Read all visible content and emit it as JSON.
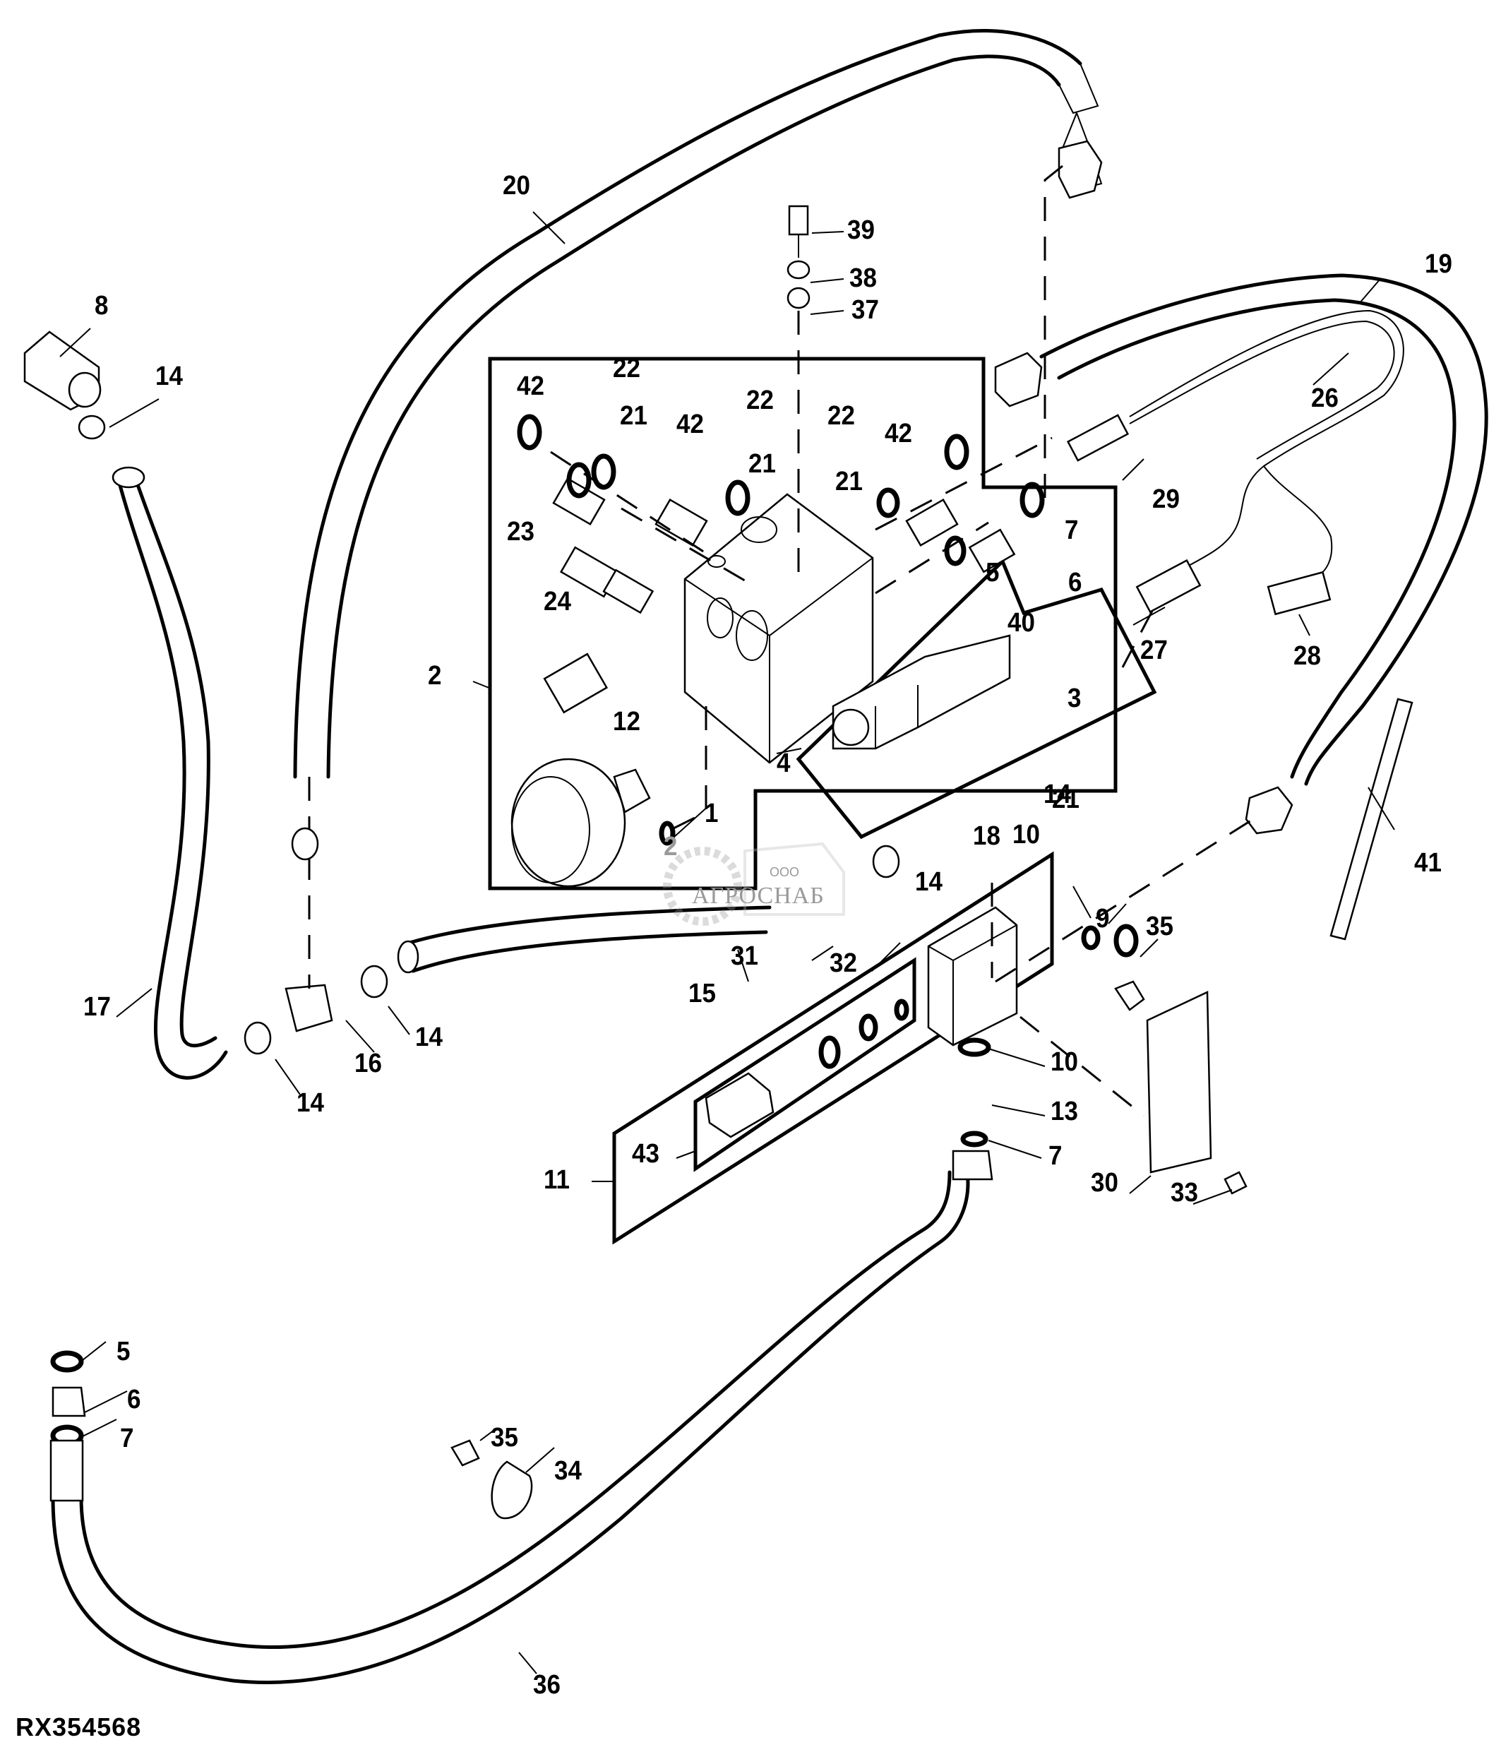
{
  "figure_id": "RX354568",
  "watermark": {
    "company_prefix": "ООО",
    "company_name": "АГРОСНАБ"
  },
  "callouts": [
    {
      "id": "c8",
      "label": "8"
    },
    {
      "id": "c14a",
      "label": "14"
    },
    {
      "id": "c20",
      "label": "20"
    },
    {
      "id": "c39",
      "label": "39"
    },
    {
      "id": "c38",
      "label": "38"
    },
    {
      "id": "c37",
      "label": "37"
    },
    {
      "id": "c42a",
      "label": "42"
    },
    {
      "id": "c22a",
      "label": "22"
    },
    {
      "id": "c21a",
      "label": "21"
    },
    {
      "id": "c42b",
      "label": "42"
    },
    {
      "id": "c22b",
      "label": "22"
    },
    {
      "id": "c21b",
      "label": "21"
    },
    {
      "id": "c22c",
      "label": "22"
    },
    {
      "id": "c42c",
      "label": "42"
    },
    {
      "id": "c21c",
      "label": "21"
    },
    {
      "id": "c7a",
      "label": "7"
    },
    {
      "id": "c5a",
      "label": "5"
    },
    {
      "id": "c6a",
      "label": "6"
    },
    {
      "id": "c23",
      "label": "23"
    },
    {
      "id": "c24",
      "label": "24"
    },
    {
      "id": "c2a",
      "label": "2"
    },
    {
      "id": "c12",
      "label": "12"
    },
    {
      "id": "c40",
      "label": "40"
    },
    {
      "id": "c3",
      "label": "3"
    },
    {
      "id": "c4",
      "label": "4"
    },
    {
      "id": "c1",
      "label": "1"
    },
    {
      "id": "c2b",
      "label": "2"
    },
    {
      "id": "c19",
      "label": "19"
    },
    {
      "id": "c26",
      "label": "26"
    },
    {
      "id": "c29",
      "label": "29"
    },
    {
      "id": "c27",
      "label": "27"
    },
    {
      "id": "c28",
      "label": "28"
    },
    {
      "id": "c14b",
      "label": "14"
    },
    {
      "id": "c18",
      "label": "18"
    },
    {
      "id": "c10a",
      "label": "10"
    },
    {
      "id": "c21d",
      "label": "21"
    },
    {
      "id": "c41",
      "label": "41"
    },
    {
      "id": "c9",
      "label": "9"
    },
    {
      "id": "c35a",
      "label": "35"
    },
    {
      "id": "c14c",
      "label": "14"
    },
    {
      "id": "c31",
      "label": "31"
    },
    {
      "id": "c32",
      "label": "32"
    },
    {
      "id": "c15",
      "label": "15"
    },
    {
      "id": "c17",
      "label": "17"
    },
    {
      "id": "c16",
      "label": "16"
    },
    {
      "id": "c14d",
      "label": "14"
    },
    {
      "id": "c14e",
      "label": "14"
    },
    {
      "id": "c10b",
      "label": "10"
    },
    {
      "id": "c13",
      "label": "13"
    },
    {
      "id": "c7b",
      "label": "7"
    },
    {
      "id": "c30",
      "label": "30"
    },
    {
      "id": "c33",
      "label": "33"
    },
    {
      "id": "c43",
      "label": "43"
    },
    {
      "id": "c11",
      "label": "11"
    },
    {
      "id": "c5b",
      "label": "5"
    },
    {
      "id": "c6b",
      "label": "6"
    },
    {
      "id": "c7c",
      "label": "7"
    },
    {
      "id": "c35b",
      "label": "35"
    },
    {
      "id": "c34",
      "label": "34"
    },
    {
      "id": "c36",
      "label": "36"
    }
  ]
}
